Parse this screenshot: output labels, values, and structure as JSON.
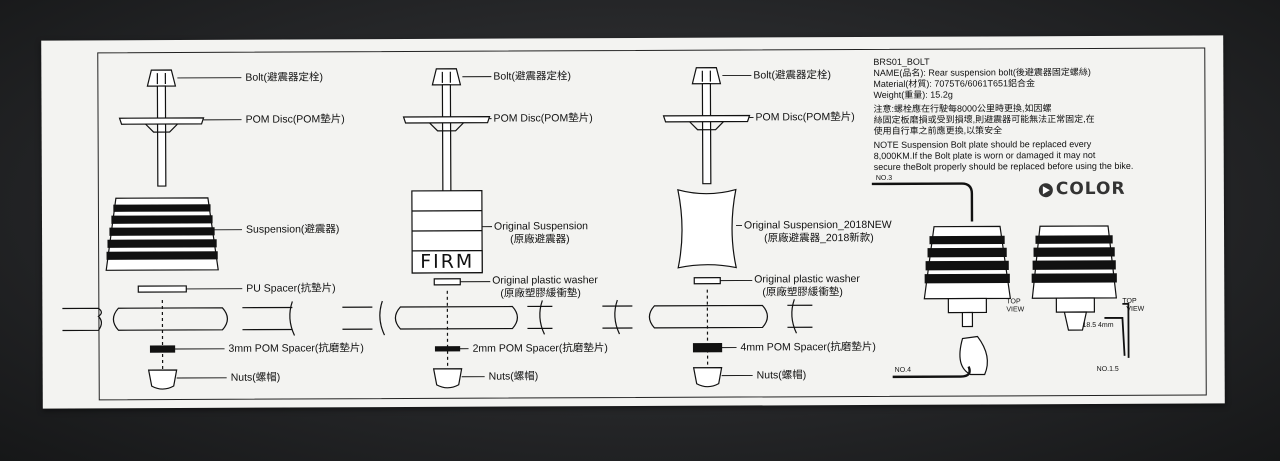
{
  "assembly_1": {
    "bolt": "Bolt(避震器定栓)",
    "pom_disc": "POM Disc(POM墊片)",
    "suspension": "Suspension(避震器)",
    "pu_spacer": "PU Spacer(抗墊片)",
    "pom_spacer": "3mm POM Spacer(抗磨墊片)",
    "nuts": "Nuts(螺帽)"
  },
  "assembly_2": {
    "bolt": "Bolt(避震器定栓)",
    "pom_disc": "POM Disc(POM墊片)",
    "suspension_1": "Original Suspension",
    "suspension_2": "(原廠避震器)",
    "firm": "FIRM",
    "washer_1": "Original plastic washer",
    "washer_2": "(原廠塑膠緩衝墊)",
    "pom_spacer": "2mm POM Spacer(抗磨墊片)",
    "nuts": "Nuts(螺帽)"
  },
  "assembly_3": {
    "bolt": "Bolt(避震器定栓)",
    "pom_disc": "POM Disc(POM墊片)",
    "suspension_1": "Original Suspension_2018NEW",
    "suspension_2": "(原廠避震器_2018新款)",
    "washer_1": "Original plastic washer",
    "washer_2": "(原廠塑膠緩衝墊)",
    "pom_spacer": "4mm POM Spacer(抗磨墊片)",
    "nuts": "Nuts(螺帽)"
  },
  "spec": {
    "code": "BRS01_BOLT",
    "name": "NAME(品名): Rear suspension bolt(後避震器固定螺絲)",
    "material": "Material(材質): 7075T6/6061T651鋁合金",
    "weight": "Weight(重量): 15.2g",
    "zh_note_1": "注意:螺栓應在行駛每8000公里時更換,如因螺",
    "zh_note_2": "絲固定板磨損或受到損壞,則避震器可能無法正常固定,在",
    "zh_note_3": "使用自行車之前應更換,以策安全",
    "note_1": "NOTE Suspension Bolt plate should be replaced every",
    "note_2": "8,000KM.If the Bolt plate is worn or damaged it may not",
    "note_3": "secure theBolt properly should be replaced before using the bike."
  },
  "logo": "COLOR",
  "illustration": {
    "no3": "NO.3",
    "no4": "NO.4",
    "no15": "NO.1.5",
    "top_view_a": "TOP",
    "top_view_b": "VIEW",
    "top_view_c": "TOP",
    "top_view_d": "VIEW",
    "dim": "18.5   4mm"
  }
}
